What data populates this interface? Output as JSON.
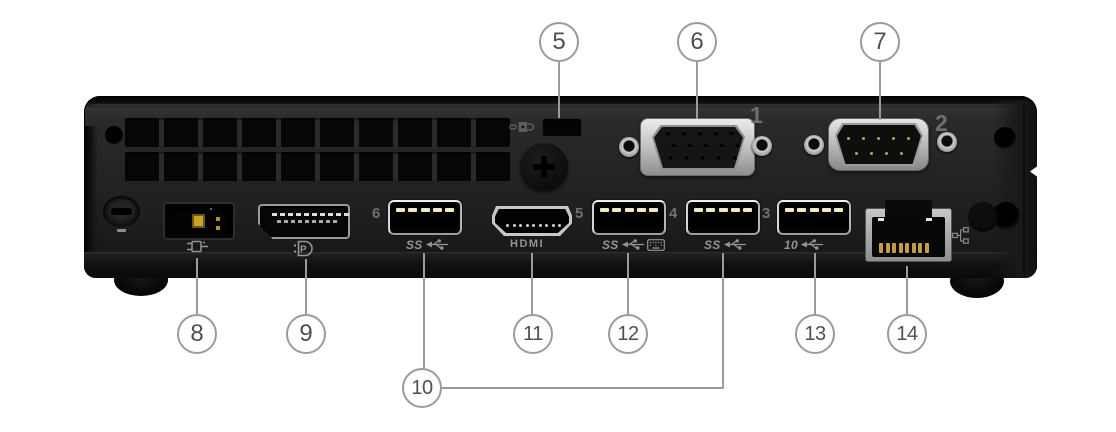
{
  "diagram": {
    "description": "Rear panel of a tiny desktop PC with numbered port callouts"
  },
  "callouts": [
    {
      "number": "5",
      "target": "security-lock-slot"
    },
    {
      "number": "6",
      "target": "vga-port"
    },
    {
      "number": "7",
      "target": "serial-port"
    },
    {
      "number": "8",
      "target": "power-connector"
    },
    {
      "number": "9",
      "target": "displayport"
    },
    {
      "number": "10",
      "target": "usb-ports-6-and-4"
    },
    {
      "number": "11",
      "target": "hdmi-port"
    },
    {
      "number": "12",
      "target": "usb-port-5"
    },
    {
      "number": "13",
      "target": "usb-port-3"
    },
    {
      "number": "14",
      "target": "ethernet-port"
    }
  ],
  "ports": {
    "vga_number": "1",
    "serial_number": "2",
    "usb6_number": "6",
    "usb5_number": "5",
    "usb4_number": "4",
    "usb3_number": "3",
    "ss_label": "SS",
    "gen2_speed_label": "10",
    "hdmi_label": "HDMI",
    "dp_label": "P"
  },
  "icons": [
    "kensington-lock-icon",
    "dc-in-icon",
    "displayport-icon",
    "usb-ss-trident-icon",
    "usb-10gbps-icon",
    "smart-power-on-keyboard-icon",
    "hdmi-logo",
    "ethernet-network-icon"
  ],
  "colors": {
    "background": "#ffffff",
    "chassis": "#1f1f1f",
    "callout_border": "#9b9b9b",
    "callout_number": "#4f4f4f",
    "leader_line": "#9b9b9b",
    "port_label_gray": "#707070",
    "icon_gray": "#949494",
    "bezel_silver": "#c0c0c0",
    "usb_contact_gold": "#efe9c4",
    "pin_gold": "#c59a4a",
    "power_pin_yellow": "#c9a22a"
  }
}
